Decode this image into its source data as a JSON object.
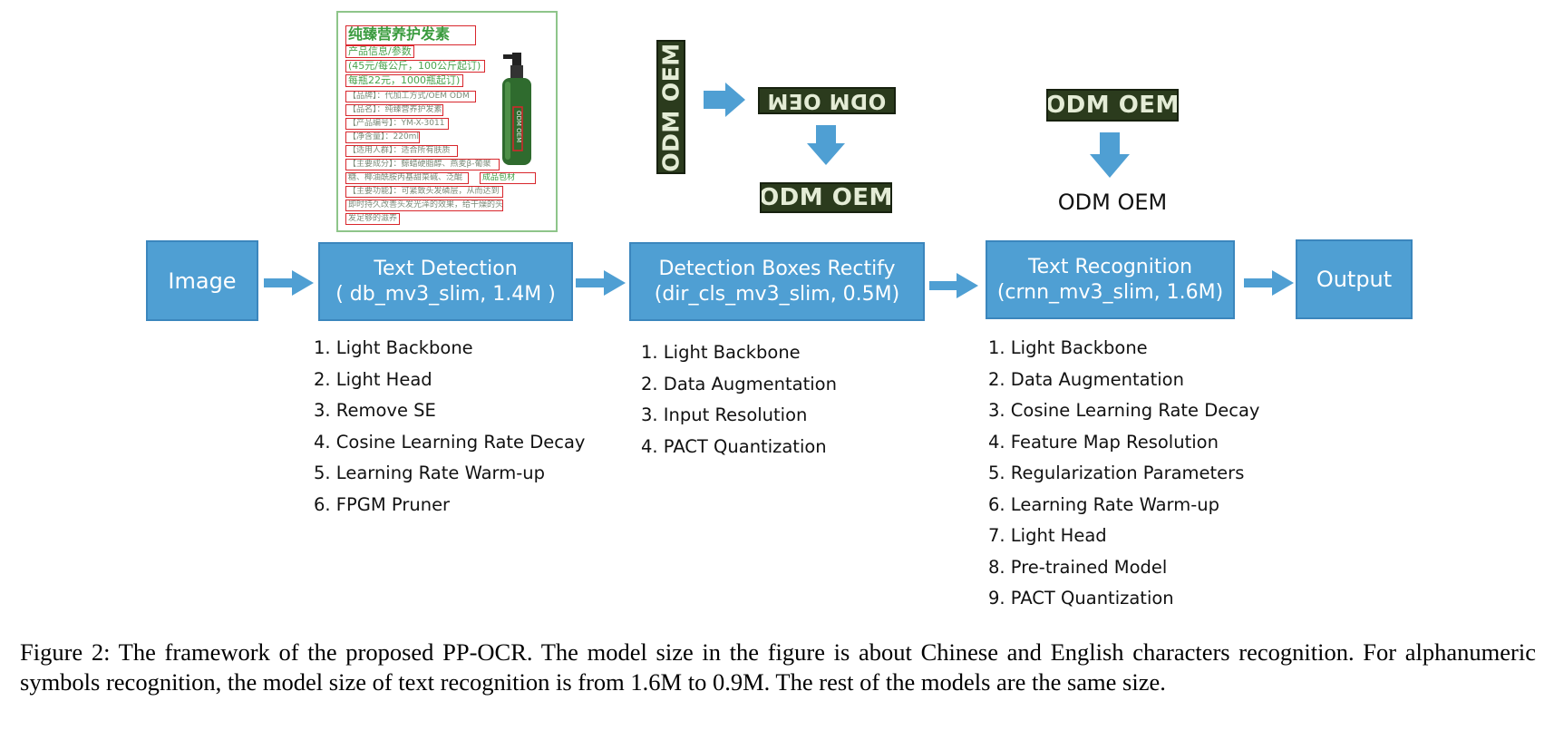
{
  "document": {
    "lines": [
      "纯臻营养护发素",
      "产品信息/参数",
      "(45元/每公斤，100公斤起订)",
      "每瓶22元，1000瓶起订)",
      "【品牌】：代加工方式/OEM ODM",
      "【品名】：纯臻营养护发素",
      "【产品编号】：YM-X-3011",
      "【净含量】：220ml",
      "【适用人群】：适合所有肤质",
      "【主要成分】：鲸蜡硬脂醇、燕麦β-葡聚",
      "糖、椰油酰胺丙基甜菜碱、泛醌",
      "【主要功能】：可紧致头发磷层，从而达到",
      "即时持久改善头发光泽的效果，给干燥的头",
      "发足够的滋养"
    ],
    "bottle_label": "ODM OEM",
    "side_label": "成品包材"
  },
  "crops": {
    "vertical": "ODM OEM",
    "flipped": "ODM OEM",
    "rectified": "ODM OEM",
    "recognition_input": "ODM OEM",
    "recognition_result": "ODM OEM"
  },
  "boxes": {
    "image": "Image",
    "detection_line1": "Text Detection",
    "detection_line2": "( db_mv3_slim, 1.4M )",
    "rectify_line1": "Detection Boxes Rectify",
    "rectify_line2": "(dir_cls_mv3_slim, 0.5M)",
    "recognition_line1": "Text Recognition",
    "recognition_line2": "(crnn_mv3_slim, 1.6M)",
    "output": "Output"
  },
  "lists": {
    "detection": [
      "1. Light Backbone",
      "2. Light Head",
      "3. Remove SE",
      "4. Cosine Learning Rate Decay",
      "5. Learning Rate Warm-up",
      "6. FPGM Pruner"
    ],
    "rectify": [
      "1. Light Backbone",
      "2. Data Augmentation",
      "3. Input Resolution",
      "4. PACT Quantization"
    ],
    "recognition": [
      "1. Light Backbone",
      "2. Data Augmentation",
      "3. Cosine Learning Rate Decay",
      "4. Feature Map Resolution",
      "5. Regularization Parameters",
      "6. Learning Rate Warm-up",
      "7. Light Head",
      "8. Pre-trained Model",
      "9. PACT Quantization"
    ]
  },
  "caption": "Figure 2: The framework of the proposed PP-OCR. The model size in the figure is about Chinese and English characters recognition. For alphanumeric symbols recognition, the model size of text recognition is from 1.6M to 0.9M. The rest of the models are the same size.",
  "colors": {
    "box_fill": "#4f9fd3",
    "box_border": "#3b86bd",
    "arrow": "#4f9fd3",
    "crop_bg": "#2b3b1d",
    "detect_box": "#d8262c"
  }
}
